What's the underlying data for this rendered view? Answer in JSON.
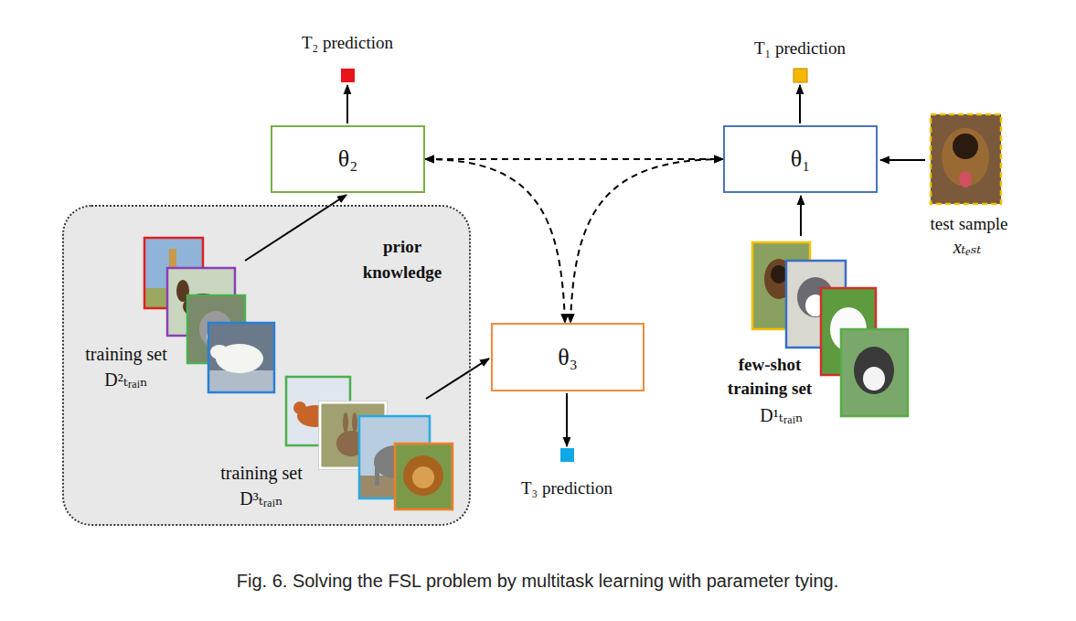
{
  "diagram": {
    "caption": "Fig. 6. Solving the FSL problem by multitask learning with parameter tying.",
    "nodes": [
      {
        "text": [
          "θ₂"
        ]
      },
      {
        "text": [
          "θ₁"
        ]
      },
      {
        "text": [
          "prior knowledge",
          "training set D²ₜᵣₐᵢₙ",
          "training set D³ₜᵣₐᵢₙ"
        ]
      },
      {
        "text": [
          "θ₃"
        ]
      }
    ],
    "edges": [
      {
        "from": 0,
        "to": 1,
        "arrow": "both"
      },
      {
        "from": 0,
        "to": 3,
        "arrow": "both"
      },
      {
        "from": 1,
        "to": 3,
        "arrow": "both"
      }
    ],
    "labels": [
      "T₂ prediction",
      "T₁ prediction",
      "T₃ prediction",
      "few-shot training set",
      "D¹ₜᵣₐᵢₙ",
      "test sample",
      "xₜₑₛₜ"
    ]
  }
}
